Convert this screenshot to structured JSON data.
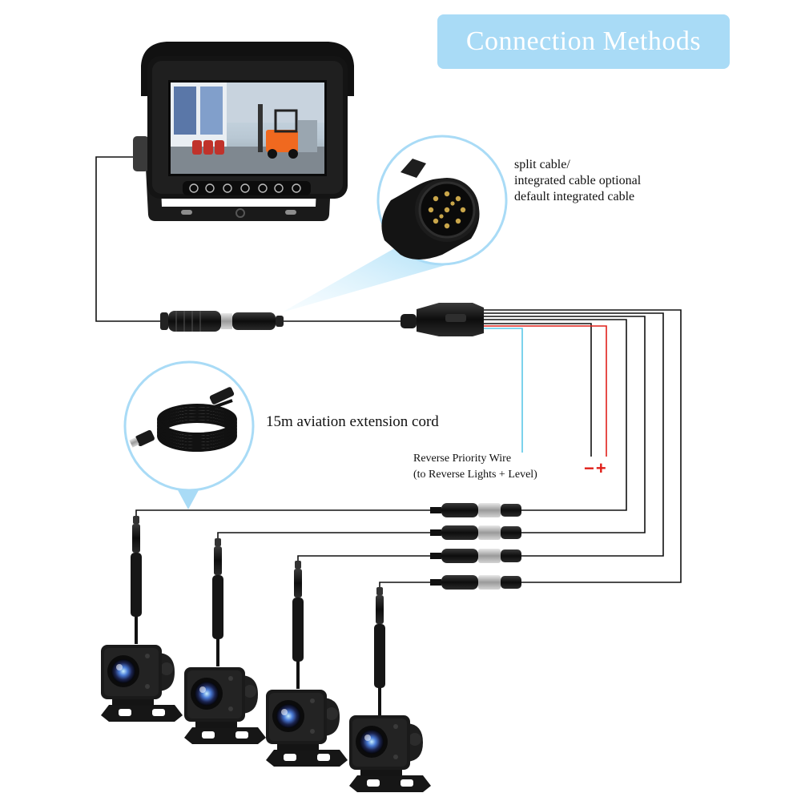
{
  "title": "Connection Methods",
  "connector_note": {
    "line1": "split cable/",
    "line2": "integrated cable optional",
    "line3": "default integrated cable"
  },
  "extension_cord_label": "15m aviation extension cord",
  "reverse_wire": {
    "line1": "Reverse Priority Wire",
    "line2": "(to Reverse Lights + Level)"
  },
  "power_symbols": "−+",
  "colors": {
    "title_bg": "#a9dbf6",
    "wire_black": "#111111",
    "wire_red": "#e0201a",
    "wire_cyan": "#5cc7e8"
  },
  "icons": [
    "monitor",
    "connector-closeup",
    "extension-cord",
    "camera"
  ],
  "camera_count": 4
}
